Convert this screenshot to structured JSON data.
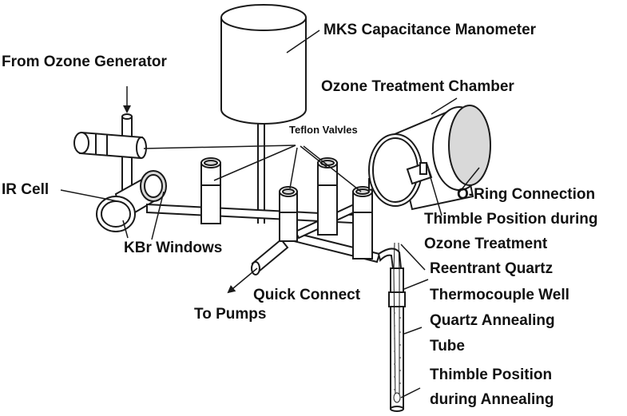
{
  "labels": {
    "manometer": "MKS Capacitance Manometer",
    "ozone_generator": "From Ozone Generator",
    "treatment_chamber": "Ozone Treatment Chamber",
    "teflon_valves": "Teflon Valvles",
    "ir_cell": "IR Cell",
    "oring": "O-Ring Connection",
    "thimble_treat_1": "Thimble Position during",
    "thimble_treat_2": "Ozone Treatment",
    "kbr_windows": "KBr Windows",
    "reentrant_1": "Reentrant Quartz",
    "reentrant_2": "Thermocouple Well",
    "quick_connect": "Quick Connect",
    "to_pumps": "To Pumps",
    "annealing_tube_1": "Quartz Annealing",
    "annealing_tube_2": "Tube",
    "thimble_anneal_1": "Thimble Position",
    "thimble_anneal_2": "during Annealing"
  },
  "colors": {
    "line": "#1a1a1a",
    "fill": "#ffffff",
    "shade": "#d9d9d9",
    "text": "#111111"
  }
}
